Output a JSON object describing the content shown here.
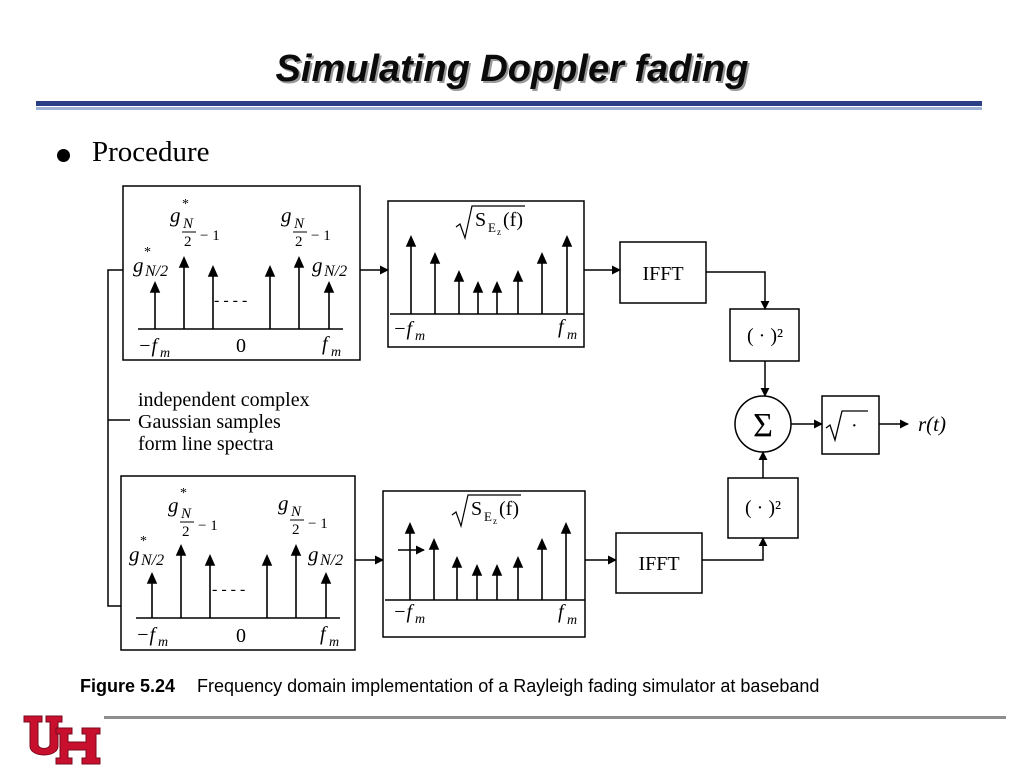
{
  "slide": {
    "title": "Simulating Doppler fading",
    "bullet": "Procedure"
  },
  "diagram": {
    "g_conj": "g",
    "n_half": "N/2",
    "n_frac_top": "N",
    "n_frac_bot": "2",
    "minus_one": "− 1",
    "star": "*",
    "neg_fm": "−f",
    "pos_fm": "f",
    "sub_m": "m",
    "zero": "0",
    "dots": "- - - -",
    "sqrt_label": "S",
    "sqrt_sub": "E",
    "sqrt_subsub": "z",
    "sqrt_arg": "(f)",
    "ifft": "IFFT",
    "square_label": "( · )²",
    "sum_symbol": "Σ",
    "sqrt_box_dot": "·",
    "output": "r(t)",
    "note_line1": "independent complex",
    "note_line2": "Gaussian samples",
    "note_line3": "form line spectra"
  },
  "caption": {
    "number": "Figure 5.24",
    "text": "Frequency domain implementation of a Rayleigh fading simulator at baseband"
  },
  "colors": {
    "title_rule_dark": "#2a3f86",
    "title_rule_light": "#9fb3d6",
    "logo_red": "#c8102e",
    "footer_rule": "#8e8e8e"
  },
  "logo": {
    "icon": "uh-logo-icon"
  }
}
